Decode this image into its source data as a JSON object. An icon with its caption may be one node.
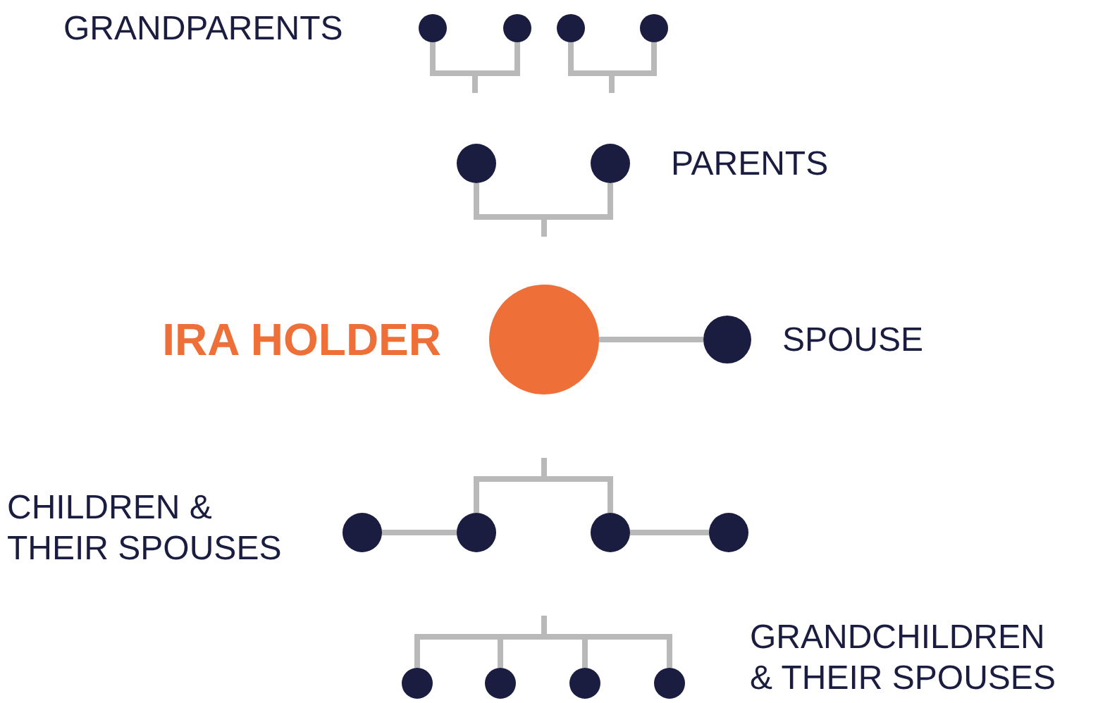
{
  "diagram": {
    "nodes": [
      {
        "text": [],
        "shape": "circle"
      },
      {
        "text": [],
        "shape": "circle"
      },
      {
        "text": [],
        "shape": "circle"
      },
      {
        "text": [],
        "shape": "circle"
      },
      {
        "text": [],
        "shape": "circle"
      },
      {
        "text": [],
        "shape": "circle"
      },
      {
        "text": [],
        "shape": "circle"
      },
      {
        "text": [],
        "shape": "circle"
      },
      {
        "text": [],
        "shape": "circle"
      },
      {
        "text": [],
        "shape": "circle"
      },
      {
        "text": [],
        "shape": "circle"
      },
      {
        "text": [],
        "shape": "circle"
      },
      {
        "text": [],
        "shape": "circle"
      },
      {
        "text": [],
        "shape": "circle"
      },
      {
        "text": [],
        "shape": "circle"
      },
      {
        "text": [],
        "shape": "circle"
      }
    ],
    "edges": [
      {
        "from": 0,
        "to": null,
        "arrow": "none"
      },
      {
        "from": 1,
        "to": null,
        "arrow": "none"
      },
      {
        "from": 2,
        "to": null,
        "arrow": "none"
      },
      {
        "from": 3,
        "to": null,
        "arrow": "none"
      },
      {
        "from": 4,
        "to": null,
        "arrow": "none"
      },
      {
        "from": 5,
        "to": null,
        "arrow": "none"
      },
      {
        "from": 6,
        "to": 7,
        "arrow": "none"
      },
      {
        "from": null,
        "to": 9,
        "arrow": "none"
      },
      {
        "from": null,
        "to": 10,
        "arrow": "none"
      },
      {
        "from": 8,
        "to": 9,
        "arrow": "none"
      },
      {
        "from": 10,
        "to": 11,
        "arrow": "none"
      },
      {
        "from": null,
        "to": 12,
        "arrow": "none"
      },
      {
        "from": null,
        "to": 13,
        "arrow": "none"
      },
      {
        "from": null,
        "to": 14,
        "arrow": "none"
      },
      {
        "from": null,
        "to": 15,
        "arrow": "none"
      }
    ],
    "labels": [
      "GRANDPARENTS",
      "PARENTS",
      "IRA HOLDER",
      "SPOUSE",
      "CHILDREN & THEIR SPOUSES",
      "GRANDCHILDREN & THEIR SPOUSES"
    ]
  }
}
